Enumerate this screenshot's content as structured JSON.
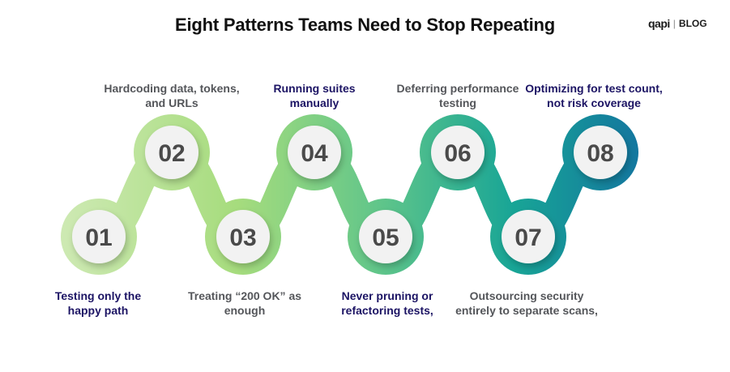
{
  "title": "Eight Patterns Teams Need to Stop Repeating",
  "brand": {
    "logo": "qapi",
    "separator": "|",
    "name": "BLOG"
  },
  "colors": {
    "gradient": [
      "#cde9b2",
      "#a6dc7d",
      "#5fc58a",
      "#18a596",
      "#13769f"
    ],
    "label_gray": "#54565a",
    "label_navy": "#1c1464",
    "number": "#4a4a4a",
    "circle_fill": "#f2f2f2"
  },
  "steps": [
    {
      "number": "01",
      "label_lines": [
        "Testing only the",
        "happy path"
      ]
    },
    {
      "number": "02",
      "label_lines": [
        "Hardcoding data, tokens,",
        "and URLs"
      ]
    },
    {
      "number": "03",
      "label_lines": [
        "Treating “200 OK” as",
        "enough"
      ]
    },
    {
      "number": "04",
      "label_lines": [
        "Running suites",
        "manually"
      ]
    },
    {
      "number": "05",
      "label_lines": [
        "Never pruning or",
        "refactoring tests,"
      ]
    },
    {
      "number": "06",
      "label_lines": [
        "Deferring performance",
        "testing"
      ]
    },
    {
      "number": "07",
      "label_lines": [
        "Outsourcing security",
        "entirely to separate scans,"
      ]
    },
    {
      "number": "08",
      "label_lines": [
        "Optimizing for test count,",
        "not risk coverage"
      ]
    }
  ]
}
